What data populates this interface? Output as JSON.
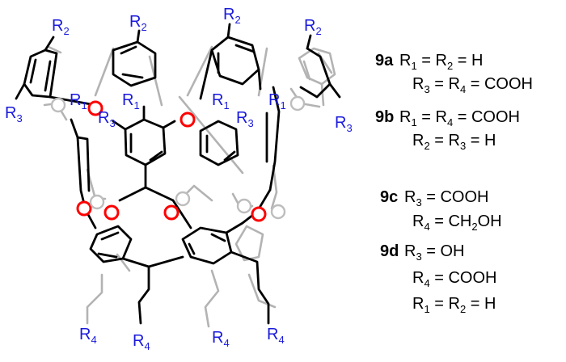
{
  "colors": {
    "bond_front": "#000000",
    "bond_back": "#b3b3b3",
    "oxygen": "#ff0000",
    "oxygen_back": "#bdbdbd",
    "substituent": "#1a1adc",
    "legend_text": "#000000"
  },
  "substituents": {
    "r1": {
      "main": "R",
      "sub": "1"
    },
    "r2": {
      "main": "R",
      "sub": "2"
    },
    "r3": {
      "main": "R",
      "sub": "3"
    },
    "r4": {
      "main": "R",
      "sub": "4"
    }
  },
  "legend": [
    {
      "id": "9a",
      "lines": [
        [
          {
            "t": "R"
          },
          {
            "s": "1"
          },
          {
            "t": " = R"
          },
          {
            "s": "2"
          },
          {
            "t": " = H"
          }
        ],
        [
          {
            "t": "R"
          },
          {
            "s": "3"
          },
          {
            "t": " = R"
          },
          {
            "s": "4"
          },
          {
            "t": " = COOH"
          }
        ]
      ]
    },
    {
      "id": "9b",
      "lines": [
        [
          {
            "t": "R"
          },
          {
            "s": "1"
          },
          {
            "t": " = R"
          },
          {
            "s": "4"
          },
          {
            "t": " = COOH"
          }
        ],
        [
          {
            "t": "R"
          },
          {
            "s": "2"
          },
          {
            "t": " = R"
          },
          {
            "s": "3"
          },
          {
            "t": " = H"
          }
        ]
      ]
    },
    {
      "id": "9c",
      "lines": [
        [
          {
            "t": "R"
          },
          {
            "s": "3"
          },
          {
            "t": " = COOH"
          }
        ],
        [
          {
            "t": "R"
          },
          {
            "s": "4"
          },
          {
            "t": " = CH"
          },
          {
            "s": "2"
          },
          {
            "t": "OH"
          }
        ]
      ]
    },
    {
      "id": "9d",
      "lines": [
        [
          {
            "t": "R"
          },
          {
            "s": "3"
          },
          {
            "t": " = OH"
          }
        ],
        [
          {
            "t": "R"
          },
          {
            "s": "4"
          },
          {
            "t": " = COOH"
          }
        ],
        [
          {
            "t": "R"
          },
          {
            "s": "1"
          },
          {
            "t": " = R"
          },
          {
            "s": "2"
          },
          {
            "t": " = H"
          }
        ]
      ]
    }
  ]
}
